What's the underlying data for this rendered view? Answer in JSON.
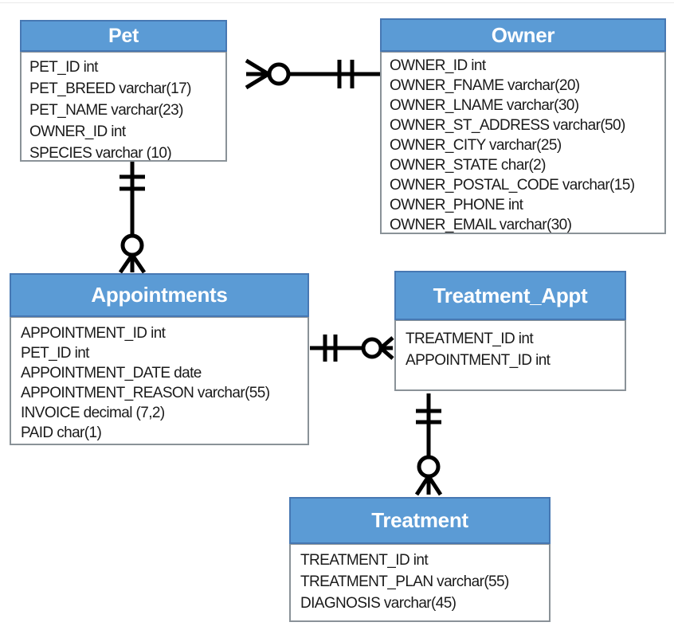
{
  "entities": [
    {
      "title": "Pet",
      "fields": [
        "PET_ID int",
        "PET_BREED varchar(17)",
        "PET_NAME varchar(23)",
        "OWNER_ID int",
        "SPECIES varchar (10)"
      ]
    },
    {
      "title": "Owner",
      "fields": [
        "OWNER_ID int",
        "OWNER_FNAME varchar(20)",
        "OWNER_LNAME varchar(30)",
        "OWNER_ST_ADDRESS varchar(50)",
        "OWNER_CITY varchar(25)",
        "OWNER_STATE char(2)",
        "OWNER_POSTAL_CODE varchar(15)",
        "OWNER_PHONE int",
        "OWNER_EMAIL varchar(30)"
      ]
    },
    {
      "title": "Appointments",
      "fields": [
        "APPOINTMENT_ID int",
        "PET_ID int",
        "APPOINTMENT_DATE date",
        "APPOINTMENT_REASON varchar(55)",
        "INVOICE decimal (7,2)",
        "PAID char(1)"
      ]
    },
    {
      "title": "Treatment_Appt",
      "fields": [
        "TREATMENT_ID int",
        "APPOINTMENT_ID int"
      ]
    },
    {
      "title": "Treatment",
      "fields": [
        "TREATMENT_ID int",
        "TREATMENT_PLAN varchar(55)",
        "DIAGNOSIS varchar(45)"
      ]
    }
  ],
  "relationships": [
    {
      "many_end": "Pet",
      "one_end": "Owner",
      "many_symbol": "circle-crow-foot",
      "one_symbol": "double-bar"
    },
    {
      "many_end": "Appointments",
      "one_end": "Pet",
      "many_symbol": "circle-crow-foot",
      "one_symbol": "double-bar"
    },
    {
      "many_end": "Treatment_Appt",
      "one_end": "Appointments",
      "many_symbol": "circle-crow-foot",
      "one_symbol": "double-bar"
    },
    {
      "many_end": "Treatment",
      "one_end": "Treatment_Appt",
      "many_symbol": "circle-crow-foot",
      "one_symbol": "double-bar"
    }
  ],
  "colors": {
    "header_fill": "#5B9BD5",
    "header_border": "#4778B3",
    "header_text": "#FFFFFF",
    "body_fill": "#FFFFFF",
    "body_border": "#8A9298",
    "field_text": "#1A1A1A",
    "connector": "#000000"
  }
}
